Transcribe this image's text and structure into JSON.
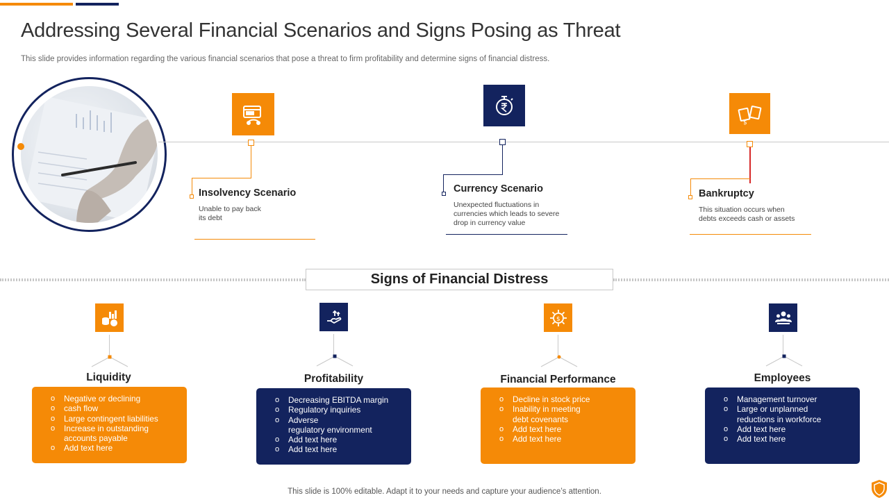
{
  "slide": {
    "title": "Addressing Several Financial Scenarios and Signs Posing as Threat",
    "subtitle": "This slide provides information regarding the various financial scenarios that pose a threat to firm profitability and determine signs of financial distress.",
    "footer": "This slide is 100% editable. Adapt it to your needs and capture your audience’s attention."
  },
  "colors": {
    "orange": "#f58a07",
    "navy": "#13235e"
  },
  "scenarios": [
    {
      "title": "Insolvency Scenario",
      "description": "Unable to pay back\n its debt",
      "icon": "credit-card-icon",
      "color": "orange"
    },
    {
      "title": "Currency Scenario",
      "description": "Unexpected fluctuations in\ncurrencies which leads to severe\ndrop in currency value",
      "icon": "rupee-stopwatch-icon",
      "color": "navy"
    },
    {
      "title": "Bankruptcy",
      "description": "This situation occurs when\ndebts exceeds cash or assets",
      "icon": "cash-bills-icon",
      "color": "orange"
    }
  ],
  "signs_heading": "Signs of Financial Distress",
  "signs": [
    {
      "title": "Liquidity",
      "icon": "coins-chart-icon",
      "color": "orange",
      "items": [
        "Negative or declining",
        " cash flow",
        "Large contingent liabilities",
        "Increase in outstanding",
        " accounts payable",
        "Add text here"
      ]
    },
    {
      "title": "Profitability",
      "icon": "hand-growth-icon",
      "color": "navy",
      "items": [
        "Decreasing EBITDA margin",
        "Regulatory inquiries",
        "Adverse",
        " regulatory  environment",
        "Add text here",
        "Add text here"
      ]
    },
    {
      "title": "Financial Performance",
      "icon": "dollar-gear-icon",
      "color": "orange",
      "items": [
        "Decline in stock price",
        "Inability in meeting",
        " debt covenants",
        "Add text here",
        "Add text here"
      ]
    },
    {
      "title": "Employees",
      "icon": "people-group-icon",
      "color": "navy",
      "items": [
        "Management turnover",
        "Large or unplanned",
        " reductions in workforce",
        "Add text here",
        "Add text here"
      ]
    }
  ]
}
